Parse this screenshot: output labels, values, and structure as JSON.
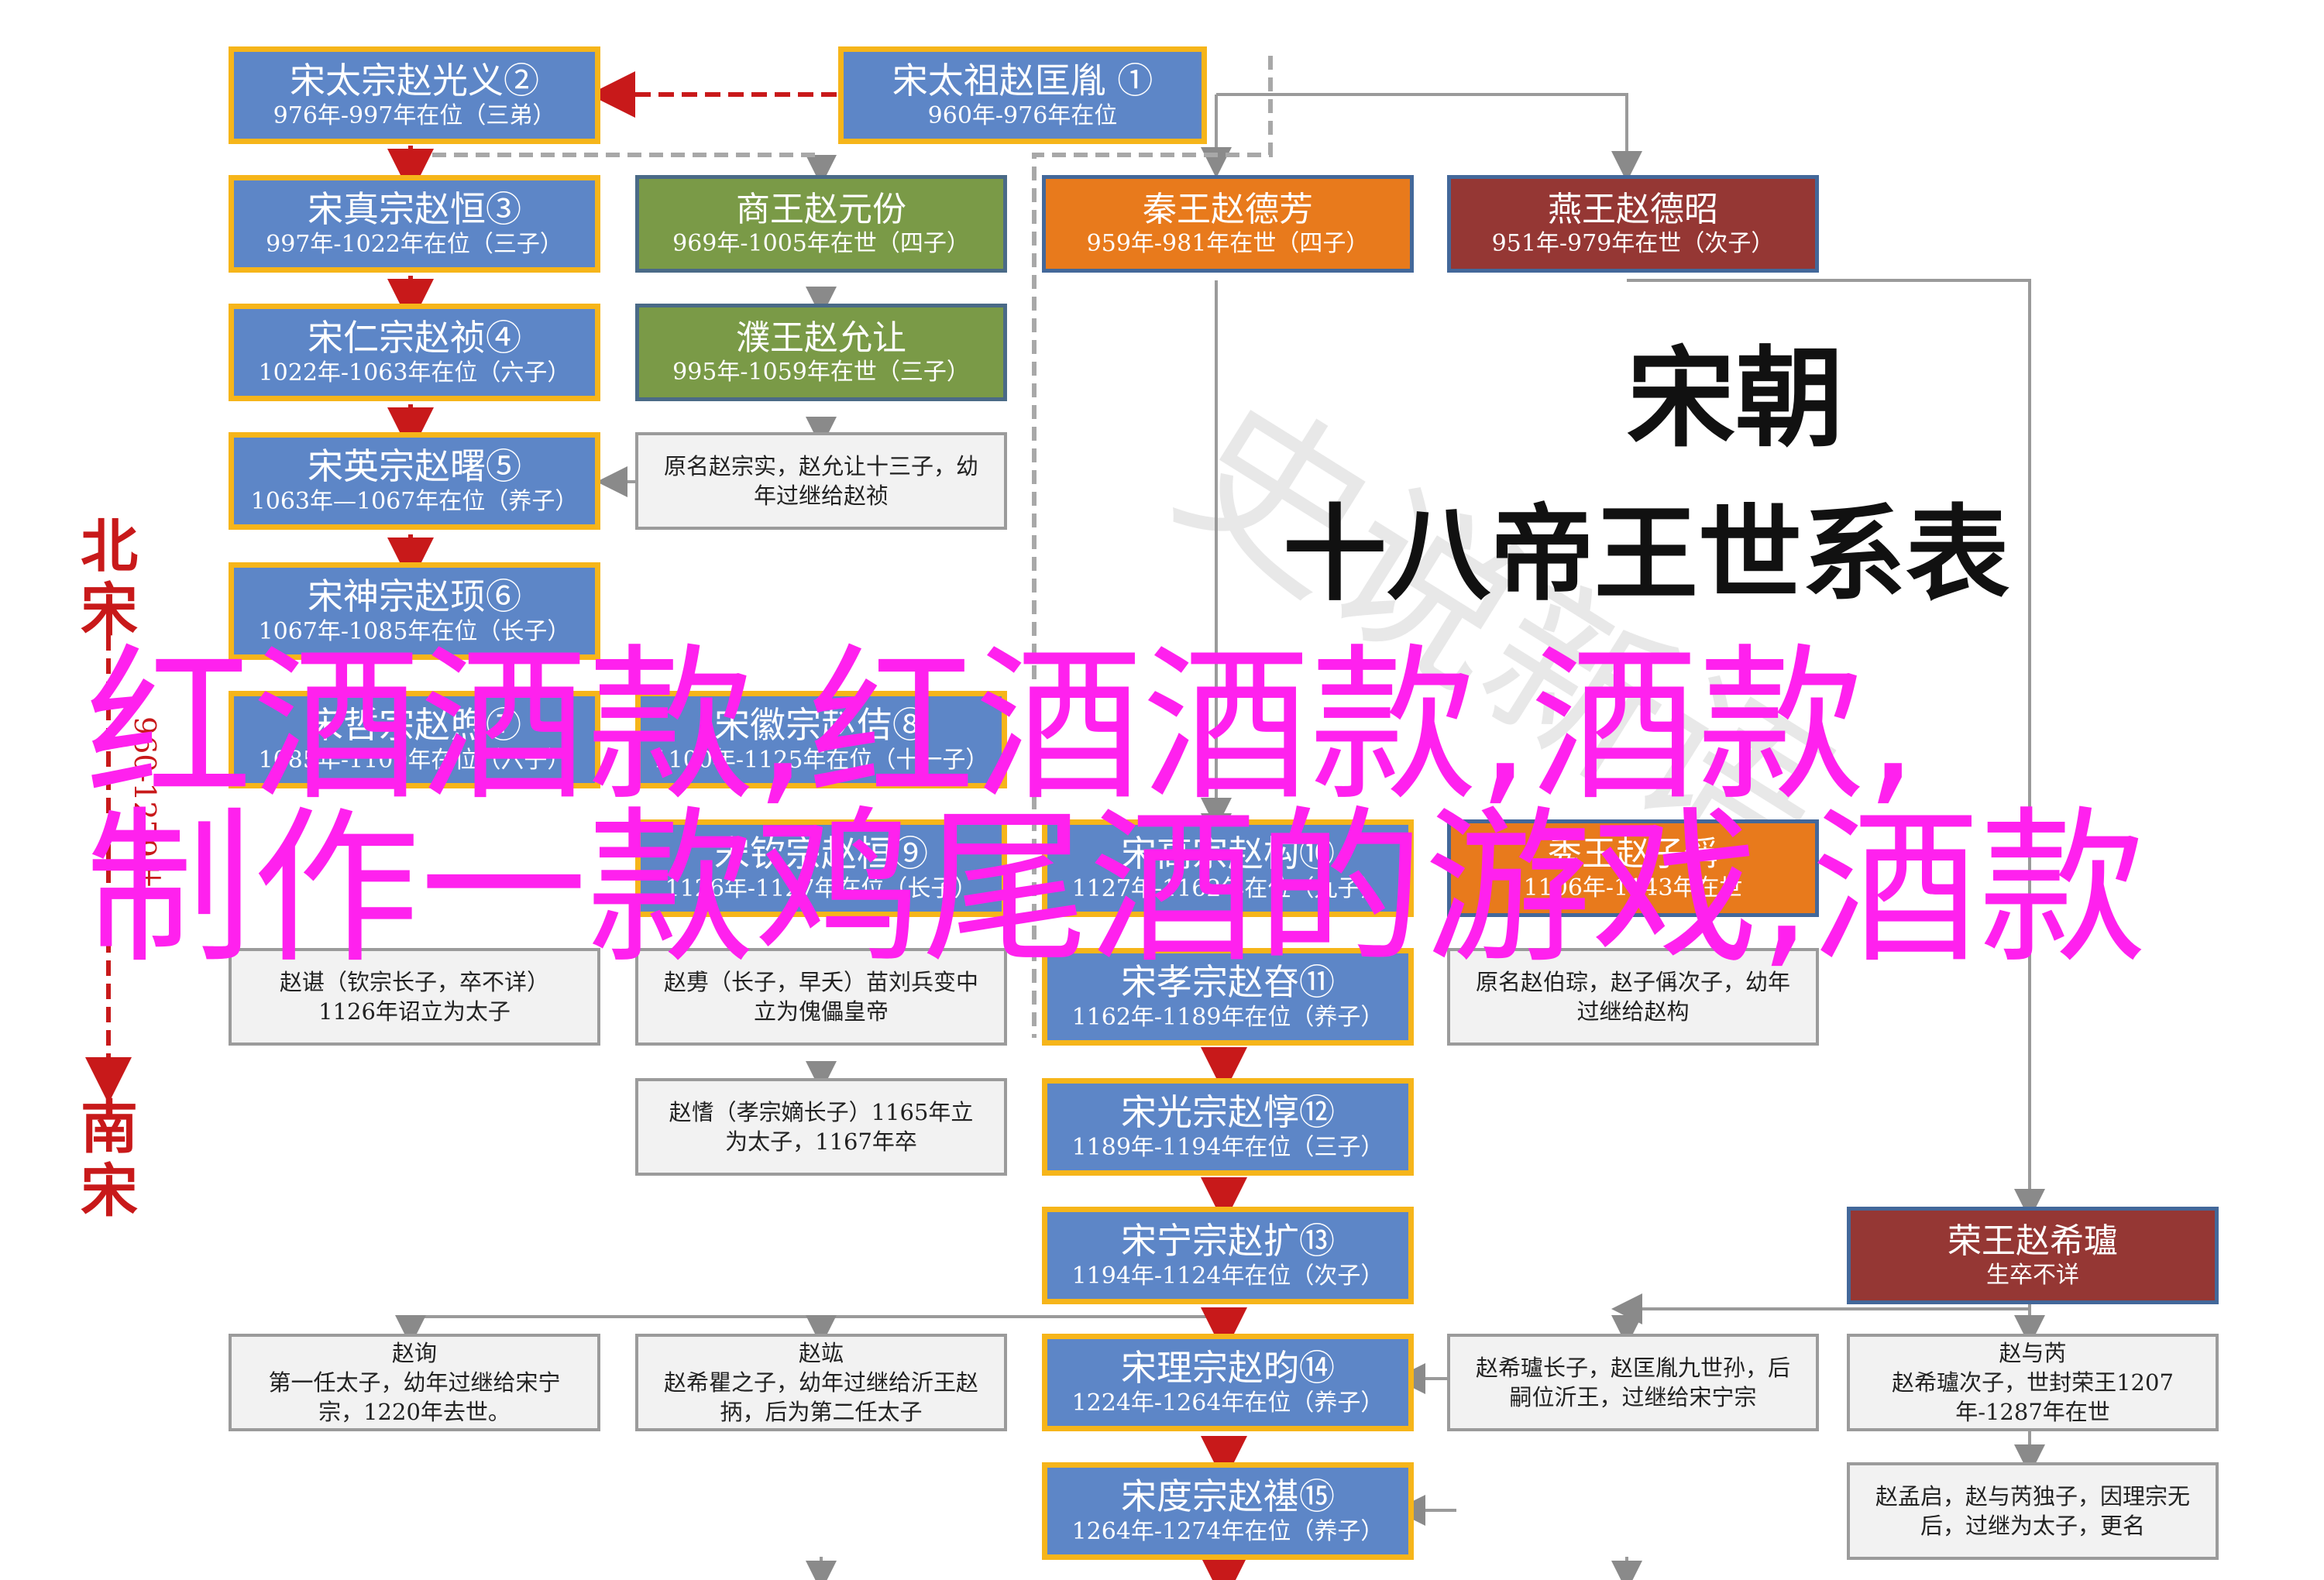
{
  "title": {
    "line1": "宋朝",
    "line2": "十八帝王世系表"
  },
  "watermark": "史说新语",
  "overlay": {
    "line1": "红酒酒款,红酒酒款,酒款,",
    "line2": "制作一款鸡尾酒的游戏,酒款"
  },
  "side": {
    "north": "北宋",
    "period": "960-1279年",
    "south": "南宋"
  },
  "boxes": {
    "b1": {
      "name": "宋太祖赵匡胤 ①",
      "dates": "960年-976年在位"
    },
    "b2": {
      "name": "宋太宗赵光义②",
      "dates": "976年-997年在位（三弟）"
    },
    "b3": {
      "name": "宋真宗赵恒③",
      "dates": "997年-1022年在位（三子）"
    },
    "b4": {
      "name": "商王赵元份",
      "dates": "969年-1005年在世（四子）"
    },
    "b5": {
      "name": "秦王赵德芳",
      "dates": "959年-981年在世（四子）"
    },
    "b6": {
      "name": "燕王赵德昭",
      "dates": "951年-979年在世（次子）"
    },
    "b7": {
      "name": "宋仁宗赵祯④",
      "dates": "1022年-1063年在位（六子）"
    },
    "b8": {
      "name": "濮王赵允让",
      "dates": "995年-1059年在世（三子）"
    },
    "b9": {
      "name": "宋英宗赵曙⑤",
      "dates": "1063年—1067年在位（养子）"
    },
    "b10": {
      "text": "原名赵宗实，赵允让十三子，幼年过继给赵祯"
    },
    "b11": {
      "name": "宋神宗赵顼⑥",
      "dates": "1067年-1085年在位（长子）"
    },
    "b12": {
      "name": "宋哲宗赵煦⑦",
      "dates": "1085年-1100年在位（六子）"
    },
    "b13": {
      "name": "宋徽宗赵佶⑧",
      "dates": "1100年-1125年在位（十一子）"
    },
    "b14": {
      "name": "宋钦宗赵桓⑨",
      "dates": "1126年-1127年在位（长子）"
    },
    "b15": {
      "name": "宋高宗赵构⑩",
      "dates": "1127年-1162年在位（九子）"
    },
    "b16": {
      "name": "秀王赵子偁",
      "dates": "1106年-1143年在世"
    },
    "b17": {
      "text": "赵谌（钦宗长子，卒不详）1126年诏立为太子"
    },
    "b18": {
      "text": "赵旉（长子，早夭）苗刘兵变中立为傀儡皇帝"
    },
    "b19": {
      "name": "宋孝宗赵昚⑪",
      "dates": "1162年-1189年在位（养子）"
    },
    "b20": {
      "text": "原名赵伯琮，赵子偁次子，幼年过继给赵构"
    },
    "b21": {
      "text": "赵愭（孝宗嫡长子）1165年立为太子，1167年卒"
    },
    "b22": {
      "name": "宋光宗赵惇⑫",
      "dates": "1189年-1194年在位（三子）"
    },
    "b23": {
      "name": "宋宁宗赵扩⑬",
      "dates": "1194年-1124年在位（次子）"
    },
    "b24": {
      "name": "荣王赵希瓐",
      "dates": "生卒不详"
    },
    "b25": {
      "title": "赵询",
      "text": "第一任太子，幼年过继给宋宁宗，1220年去世。"
    },
    "b26": {
      "title": "赵竑",
      "text": "赵希瞿之子，幼年过继给沂王赵抦，后为第二任太子"
    },
    "b27": {
      "name": "宋理宗赵昀⑭",
      "dates": "1224年-1264年在位（养子）"
    },
    "b28": {
      "text": "赵希瓐长子，赵匡胤九世孙，后嗣位沂王，过继给宋宁宗"
    },
    "b29": {
      "title": "赵与芮",
      "text": "赵希瓐次子，世封荣王1207年-1287年在世"
    },
    "b30": {
      "name": "宋度宗赵禥⑮",
      "dates": "1264年-1274年在位（养子）"
    },
    "b31": {
      "text": "赵孟启，赵与芮独子，因理宗无后，过继为太子，更名"
    }
  },
  "colors": {
    "emperor": "#5d86c7",
    "emperor_border": "#f6b51a",
    "prince": "#7a9a47",
    "qin": "#e87a1c",
    "yan": "#953734",
    "note": "#f2f2f2",
    "arrow_red": "#c8191a",
    "overlay": "#ff21ee"
  }
}
